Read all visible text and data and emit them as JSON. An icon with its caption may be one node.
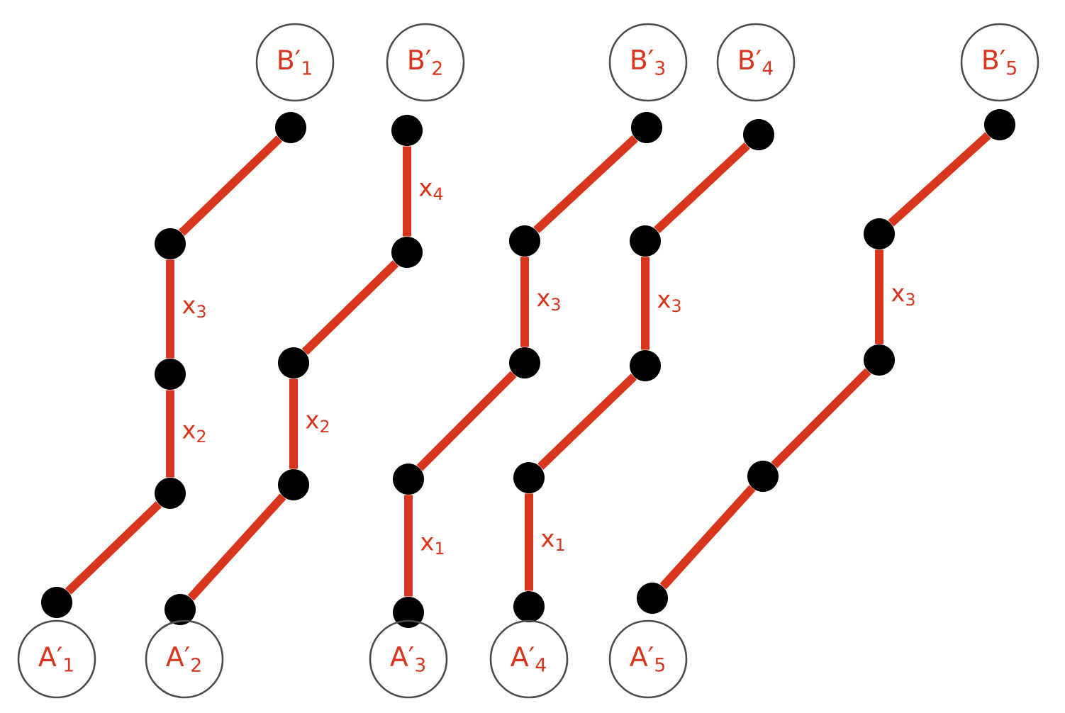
{
  "diagram": {
    "nodes": [
      {
        "text": [
          "B′$_{1}$"
        ]
      },
      {
        "text": [
          "B′$_{2}$"
        ]
      },
      {
        "text": [
          "B′$_{3}$"
        ]
      },
      {
        "text": [
          "B′$_{4}$"
        ]
      },
      {
        "text": [
          "B′$_{5}$"
        ]
      },
      {
        "text": [],
        "shape": "circle"
      },
      {
        "text": [],
        "shape": "circle"
      },
      {
        "text": [],
        "shape": "circle"
      },
      {
        "text": [],
        "shape": "circle"
      },
      {
        "text": [],
        "shape": "circle"
      },
      {
        "text": [],
        "shape": "circle"
      },
      {
        "text": [],
        "shape": "circle"
      },
      {
        "text": [],
        "shape": "circle"
      },
      {
        "text": [],
        "shape": "circle"
      },
      {
        "text": [],
        "shape": "circle"
      },
      {
        "text": [],
        "shape": "circle"
      },
      {
        "text": [],
        "shape": "circle"
      },
      {
        "text": [],
        "shape": "circle"
      },
      {
        "text": [],
        "shape": "circle"
      },
      {
        "text": [],
        "shape": "circle"
      },
      {
        "text": [],
        "shape": "circle"
      },
      {
        "text": [],
        "shape": "circle"
      },
      {
        "text": [],
        "shape": "circle"
      },
      {
        "text": [],
        "shape": "circle"
      },
      {
        "text": [],
        "shape": "circle"
      },
      {
        "text": [],
        "shape": "circle"
      },
      {
        "text": [],
        "shape": "circle"
      },
      {
        "text": [],
        "shape": "circle"
      },
      {
        "text": [],
        "shape": "circle"
      },
      {
        "text": [],
        "shape": "circle"
      },
      {
        "text": [
          "A′$_{1}$"
        ]
      },
      {
        "text": [
          "A′$_{2}$"
        ]
      },
      {
        "text": [
          "A′$_{3}$"
        ]
      },
      {
        "text": [
          "A′$_{4}$"
        ]
      },
      {
        "text": [
          "A′$_{5}$"
        ]
      }
    ],
    "edges": [
      {
        "from": 5,
        "to": 6,
        "arrow": "none"
      },
      {
        "from": 6,
        "to": 7,
        "arrow": "none",
        "label": "x$_{3}$"
      },
      {
        "from": 7,
        "to": 8,
        "arrow": "none",
        "label": "x$_{2}$"
      },
      {
        "from": 8,
        "to": 9,
        "arrow": "none"
      },
      {
        "from": 10,
        "to": 11,
        "arrow": "none",
        "label": "x$_{4}$"
      },
      {
        "from": 11,
        "to": 12,
        "arrow": "none"
      },
      {
        "from": 12,
        "to": 13,
        "arrow": "none",
        "label": "x$_{2}$"
      },
      {
        "from": 13,
        "to": 14,
        "arrow": "none"
      },
      {
        "from": 15,
        "to": 16,
        "arrow": "none"
      },
      {
        "from": 16,
        "to": 17,
        "arrow": "none",
        "label": "x$_{3}$"
      },
      {
        "from": 17,
        "to": 18,
        "arrow": "none"
      },
      {
        "from": 18,
        "to": 19,
        "arrow": "none",
        "label": "x$_{1}$"
      },
      {
        "from": 20,
        "to": 21,
        "arrow": "none"
      },
      {
        "from": 21,
        "to": 22,
        "arrow": "none",
        "label": "x$_{3}$"
      },
      {
        "from": 22,
        "to": 23,
        "arrow": "none"
      },
      {
        "from": 23,
        "to": 24,
        "arrow": "none",
        "label": "x$_{1}$"
      },
      {
        "from": 25,
        "to": 26,
        "arrow": "none"
      },
      {
        "from": 26,
        "to": 27,
        "arrow": "none",
        "label": "x$_{3}$"
      },
      {
        "from": 27,
        "to": 28,
        "arrow": "none"
      },
      {
        "from": 28,
        "to": 29,
        "arrow": "none"
      }
    ]
  }
}
